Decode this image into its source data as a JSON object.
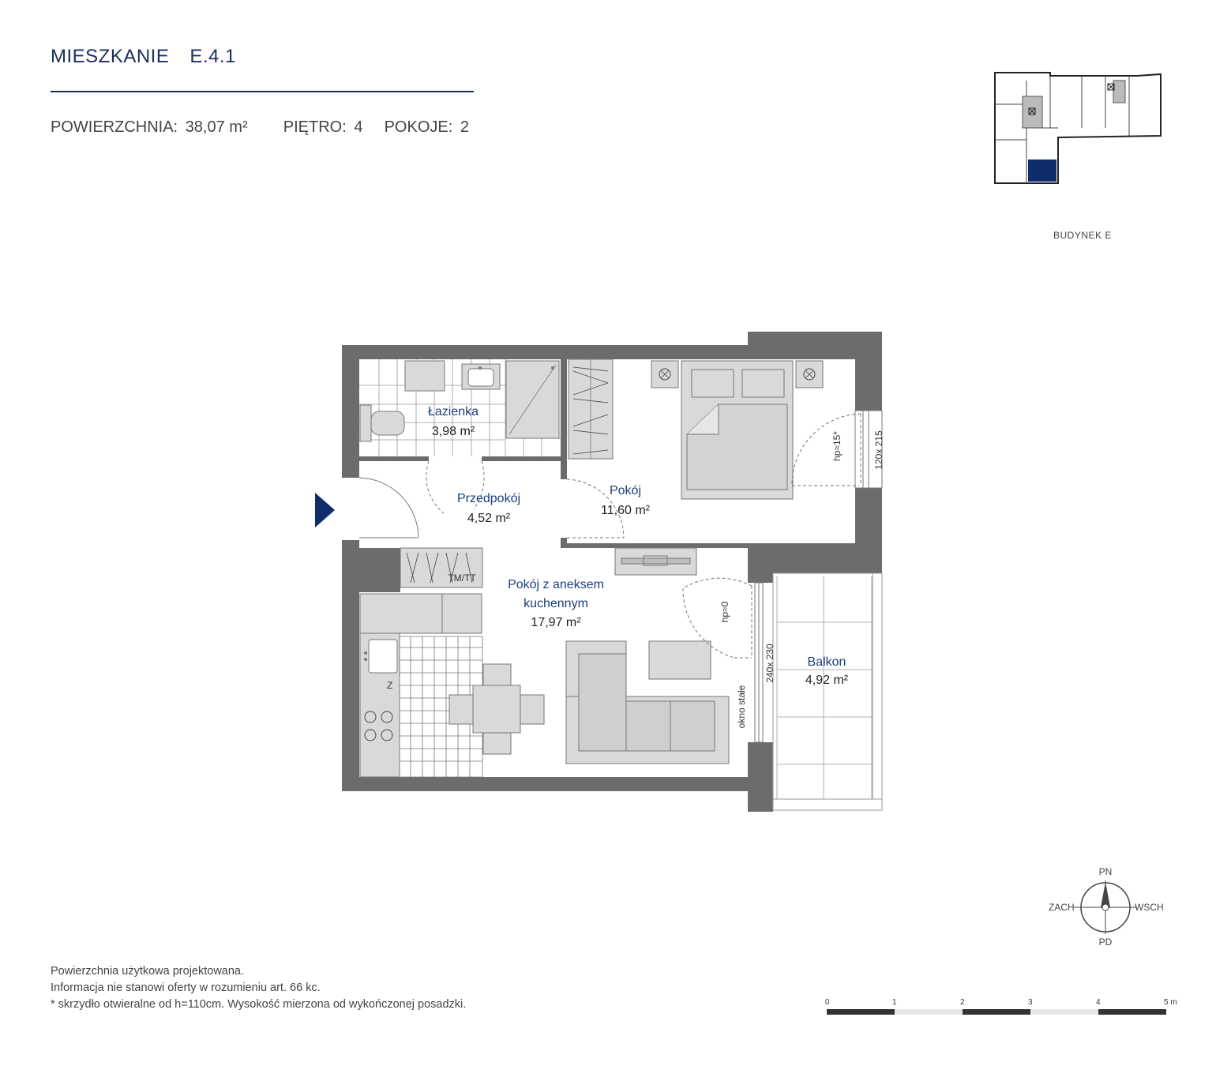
{
  "header": {
    "title_word": "MIESZKANIE",
    "title_code": "E.4.1",
    "area_label": "POWIERZCHNIA:",
    "area_value": "38,07 m²",
    "floor_label": "PIĘTRO:",
    "floor_value": "4",
    "rooms_label": "POKOJE:",
    "rooms_value": "2"
  },
  "keyplan": {
    "label": "BUDYNEK E"
  },
  "rooms": {
    "bathroom": {
      "name": "Łazienka",
      "area": "3,98 m²"
    },
    "hall": {
      "name": "Przedpokój",
      "area": "4,52 m²"
    },
    "bedroom": {
      "name": "Pokój",
      "area": "11,60 m²"
    },
    "living": {
      "name_line1": "Pokój z aneksem",
      "name_line2": "kuchennym",
      "area": "17,97 m²"
    },
    "balcony": {
      "name": "Balkon",
      "area": "4,92 m²"
    }
  },
  "annotations": {
    "window_bedroom": "120x 215",
    "hp_bedroom": "hp≈15*",
    "window_living": "240x 230",
    "hp_living": "hp≈0",
    "fixed_window": "okno stałe",
    "tm_tt": "TM/TT"
  },
  "compass": {
    "north": "PN",
    "south": "PD",
    "west": "ZACH",
    "east": "WSCH"
  },
  "scale": {
    "ticks": [
      "0",
      "1",
      "2",
      "3",
      "4",
      "5 m"
    ]
  },
  "notes": {
    "line1": "Powierzchnia użytkowa projektowana.",
    "line2": "Informacja nie stanowi oferty w rozumieniu art. 66 kc.",
    "line3": "* skrzydło otwieralne od h=110cm. Wysokość mierzona od wykończonej posadzki."
  },
  "colors": {
    "accent": "#1b2f5e",
    "wall": "#6b6c6e",
    "furniture": "#d9d9d9",
    "highlight": "#102d6b"
  }
}
